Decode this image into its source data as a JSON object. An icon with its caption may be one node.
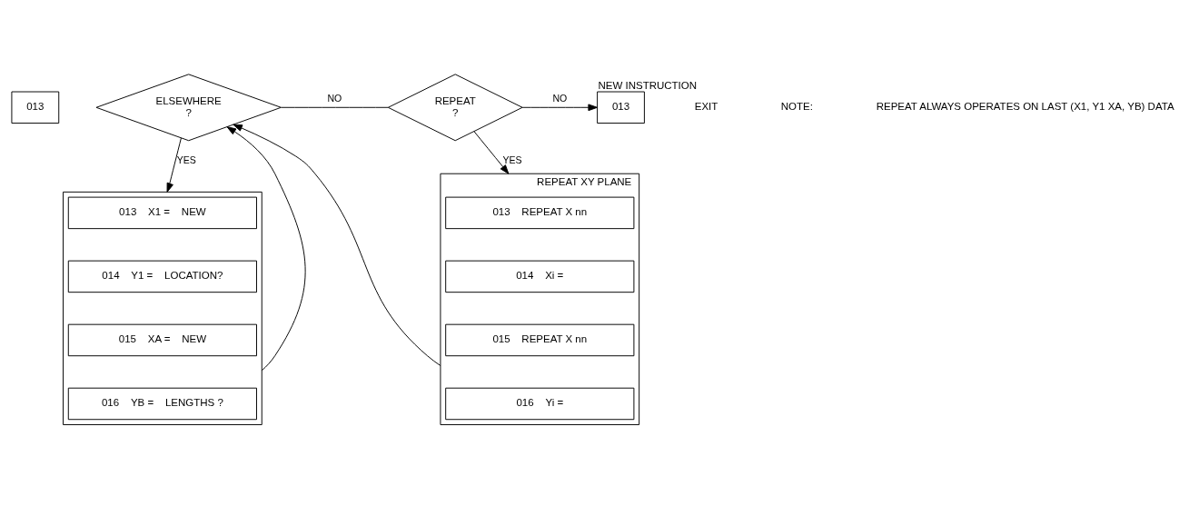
{
  "diagram": {
    "nodes": [
      {
        "text": [
          "013"
        ]
      },
      {
        "text": [
          "ELSEWHERE",
          "?"
        ]
      },
      {
        "text": [
          "REPEAT",
          "?"
        ]
      },
      {
        "text": [
          "013"
        ],
        "beside": [
          "NEW INSTRUCTION"
        ]
      },
      {
        "text": [],
        "shape": "box"
      },
      {
        "text": [
          "013",
          "X1 =",
          "NEW"
        ],
        "in": 4
      },
      {
        "text": [
          "014",
          "Y1 =",
          "LOCATION?"
        ],
        "in": 4
      },
      {
        "text": [
          "015",
          "XA =",
          "NEW"
        ],
        "in": 4
      },
      {
        "text": [
          "016",
          "YB =",
          "LENGTHS ?"
        ],
        "in": 4
      },
      {
        "text": [],
        "shape": "box",
        "beside": [
          "REPEAT XY PLANE"
        ]
      },
      {
        "text": [
          "013",
          "REPEAT X nn"
        ],
        "in": 9
      },
      {
        "text": [
          "014",
          "Xi ="
        ],
        "in": 9
      },
      {
        "text": [
          "015",
          "REPEAT X nn"
        ],
        "in": 9
      },
      {
        "text": [
          "016",
          "Yi ="
        ],
        "in": 9
      }
    ],
    "edges": [
      {
        "from": 1,
        "to": 2,
        "arrow": "none",
        "label": "NO"
      },
      {
        "from": 2,
        "to": 3,
        "arrow": "to",
        "label": "NO"
      },
      {
        "from": 1,
        "to": 4,
        "arrow": "to",
        "label": "YES"
      },
      {
        "from": 2,
        "to": 9,
        "arrow": "to",
        "label": "YES"
      },
      {
        "from": 4,
        "to": 1,
        "arrow": "to"
      },
      {
        "from": 9,
        "to": 1,
        "arrow": "to"
      }
    ],
    "labels": [
      "EXIT",
      "NOTE:",
      "REPEAT ALWAYS OPERATES ON LAST (X1, Y1 XA, YB) DATA"
    ]
  }
}
